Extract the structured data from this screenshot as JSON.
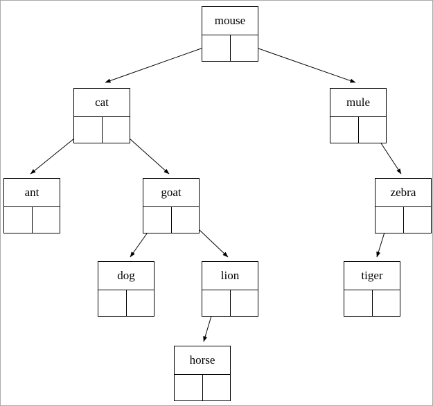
{
  "diagram": {
    "type": "binary-tree",
    "title": "",
    "nodes": [
      {
        "id": "mouse",
        "label": "mouse"
      },
      {
        "id": "cat",
        "label": "cat"
      },
      {
        "id": "mule",
        "label": "mule"
      },
      {
        "id": "ant",
        "label": "ant"
      },
      {
        "id": "goat",
        "label": "goat"
      },
      {
        "id": "zebra",
        "label": "zebra"
      },
      {
        "id": "dog",
        "label": "dog"
      },
      {
        "id": "lion",
        "label": "lion"
      },
      {
        "id": "tiger",
        "label": "tiger"
      },
      {
        "id": "horse",
        "label": "horse"
      }
    ],
    "edges": [
      {
        "from": "mouse",
        "side": "left",
        "to": "cat"
      },
      {
        "from": "mouse",
        "side": "right",
        "to": "mule"
      },
      {
        "from": "cat",
        "side": "left",
        "to": "ant"
      },
      {
        "from": "cat",
        "side": "right",
        "to": "goat"
      },
      {
        "from": "mule",
        "side": "right",
        "to": "zebra"
      },
      {
        "from": "goat",
        "side": "left",
        "to": "dog"
      },
      {
        "from": "goat",
        "side": "right",
        "to": "lion"
      },
      {
        "from": "zebra",
        "side": "left",
        "to": "tiger"
      },
      {
        "from": "lion",
        "side": "left",
        "to": "horse"
      }
    ]
  }
}
